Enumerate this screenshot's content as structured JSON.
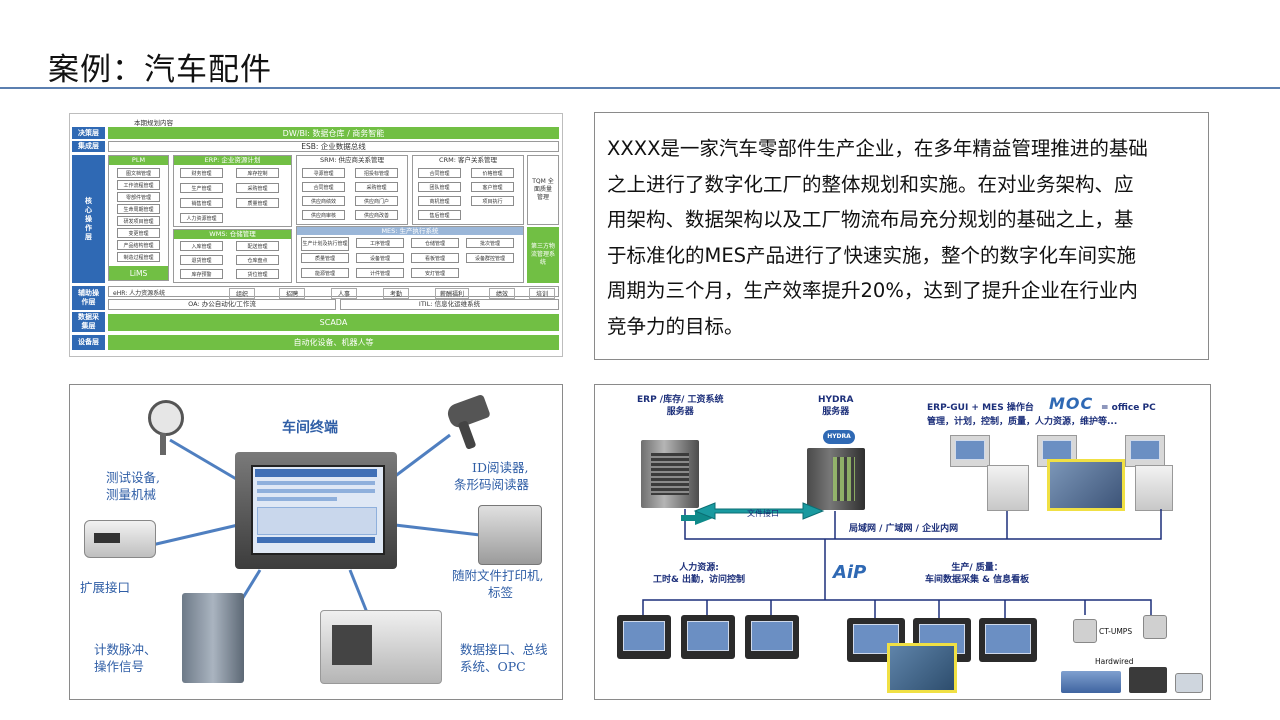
{
  "slide": {
    "title": "案例：汽车配件",
    "paragraph_lines": [
      "XXXX是一家汽车零部件生产企业，在多年精益管理推进的基础",
      "之上进行了数字化工厂的整体规划和实施。在对业务架构、应",
      "用架构、数据架构以及工厂物流布局充分规划的基础之上，基",
      "于标准化的MES产品进行了快速实施，整个的数字化车间实施",
      "周期为三个月，生产效率提升20%，达到了提升企业在行业内",
      "竞争力的目标。"
    ]
  },
  "architecture": {
    "header": "本期规划内容",
    "layers": [
      "决策层",
      "集成层",
      "核心操作层",
      "辅助操作层",
      "数据采集层",
      "设备层"
    ],
    "dw": "DW/BI: 数据仓库 / 商务智能",
    "esb": "ESB: 企业数据总线",
    "plm": {
      "title": "PLM",
      "items": [
        "图文档管理",
        "工作流程管理",
        "零部件管理",
        "生命周期管理",
        "研发项目管理",
        "变更管理",
        "产品结构管理",
        "制造过程管理"
      ],
      "lims": "LiMS"
    },
    "erp": {
      "title": "ERP: 企业资源计划",
      "items": [
        "财务管理",
        "库存控制",
        "生产管理",
        "采购管理",
        "销售管理",
        "质量管理",
        "人力资源管理"
      ]
    },
    "wms": {
      "title": "WMS: 仓储管理",
      "items": [
        "入库管理",
        "配送管理",
        "退货管理",
        "仓库盘点",
        "库存预警",
        "货位管理"
      ]
    },
    "srm": {
      "title": "SRM: 供应商关系管理",
      "items": [
        "寻源管理",
        "招投标管理",
        "合同管理",
        "采购管理",
        "供应商绩效",
        "供应商门户",
        "供应商审核",
        "供应商改善"
      ]
    },
    "crm": {
      "title": "CRM: 客户关系管理",
      "items": [
        "合同管理",
        "价格管理",
        "团队管理",
        "客户管理",
        "商机管理",
        "项目执行",
        "售后管理"
      ]
    },
    "tqm": "TQM 全面质量管理",
    "mes": {
      "title": "MES: 生产执行系统",
      "items": [
        "生产计划及执行管理",
        "工序管理",
        "仓储管理",
        "批次管理",
        "质量管理",
        "设备管理",
        "看板管理",
        "设备群控管理",
        "能源管理",
        "计件管理",
        "安灯管理"
      ]
    },
    "logistics": "第三方物流管理系统",
    "ehr": {
      "title": "eHR: 人力资源系统",
      "items": [
        "组织",
        "招聘",
        "人事",
        "考勤",
        "薪酬福利",
        "绩效",
        "培训"
      ]
    },
    "oa": "OA: 办公自动化/工作流",
    "itil": "ITIL: 信息化运维系统",
    "scada": "SCADA",
    "device": "自动化设备、机器人等"
  },
  "terminal": {
    "center": "车间终端",
    "left1": [
      "测试设备,",
      "测量机械"
    ],
    "left2": "扩展接口",
    "left3": [
      "计数脉冲、",
      "操作信号"
    ],
    "right1": [
      "ID阅读器,",
      "条形码阅读器"
    ],
    "right2": [
      "随附文件打印机,",
      "标签"
    ],
    "right3": [
      "数据接口、总线",
      "系统、OPC"
    ]
  },
  "network": {
    "erp_label": [
      "ERP /库存/ 工资系统",
      "服务器"
    ],
    "hydra_label": [
      "HYDRA",
      "服务器"
    ],
    "hydra_badge": "HYDRA",
    "mes_label": "ERP-GUI  +  MES 操作台",
    "moc": "MOC",
    "moc_suffix": "= office PC",
    "mes_desc": "管理，计划，控制，质量，人力资源，维护等...",
    "file_interface": "文件接口",
    "lan": "局域网 / 广域网 / 企业内网",
    "hr_label": [
      "人力资源:",
      "工时& 出勤，访问控制"
    ],
    "aip": "AiP",
    "prod_label": [
      "生产/ 质量：",
      "车间数据采集 & 信息看板"
    ],
    "ct": "CT-UMPS",
    "hardwired": "Hardwired",
    "colors": {
      "navy": "#1c2f7a",
      "green": "#71bf44",
      "blue": "#2f69b4"
    }
  }
}
